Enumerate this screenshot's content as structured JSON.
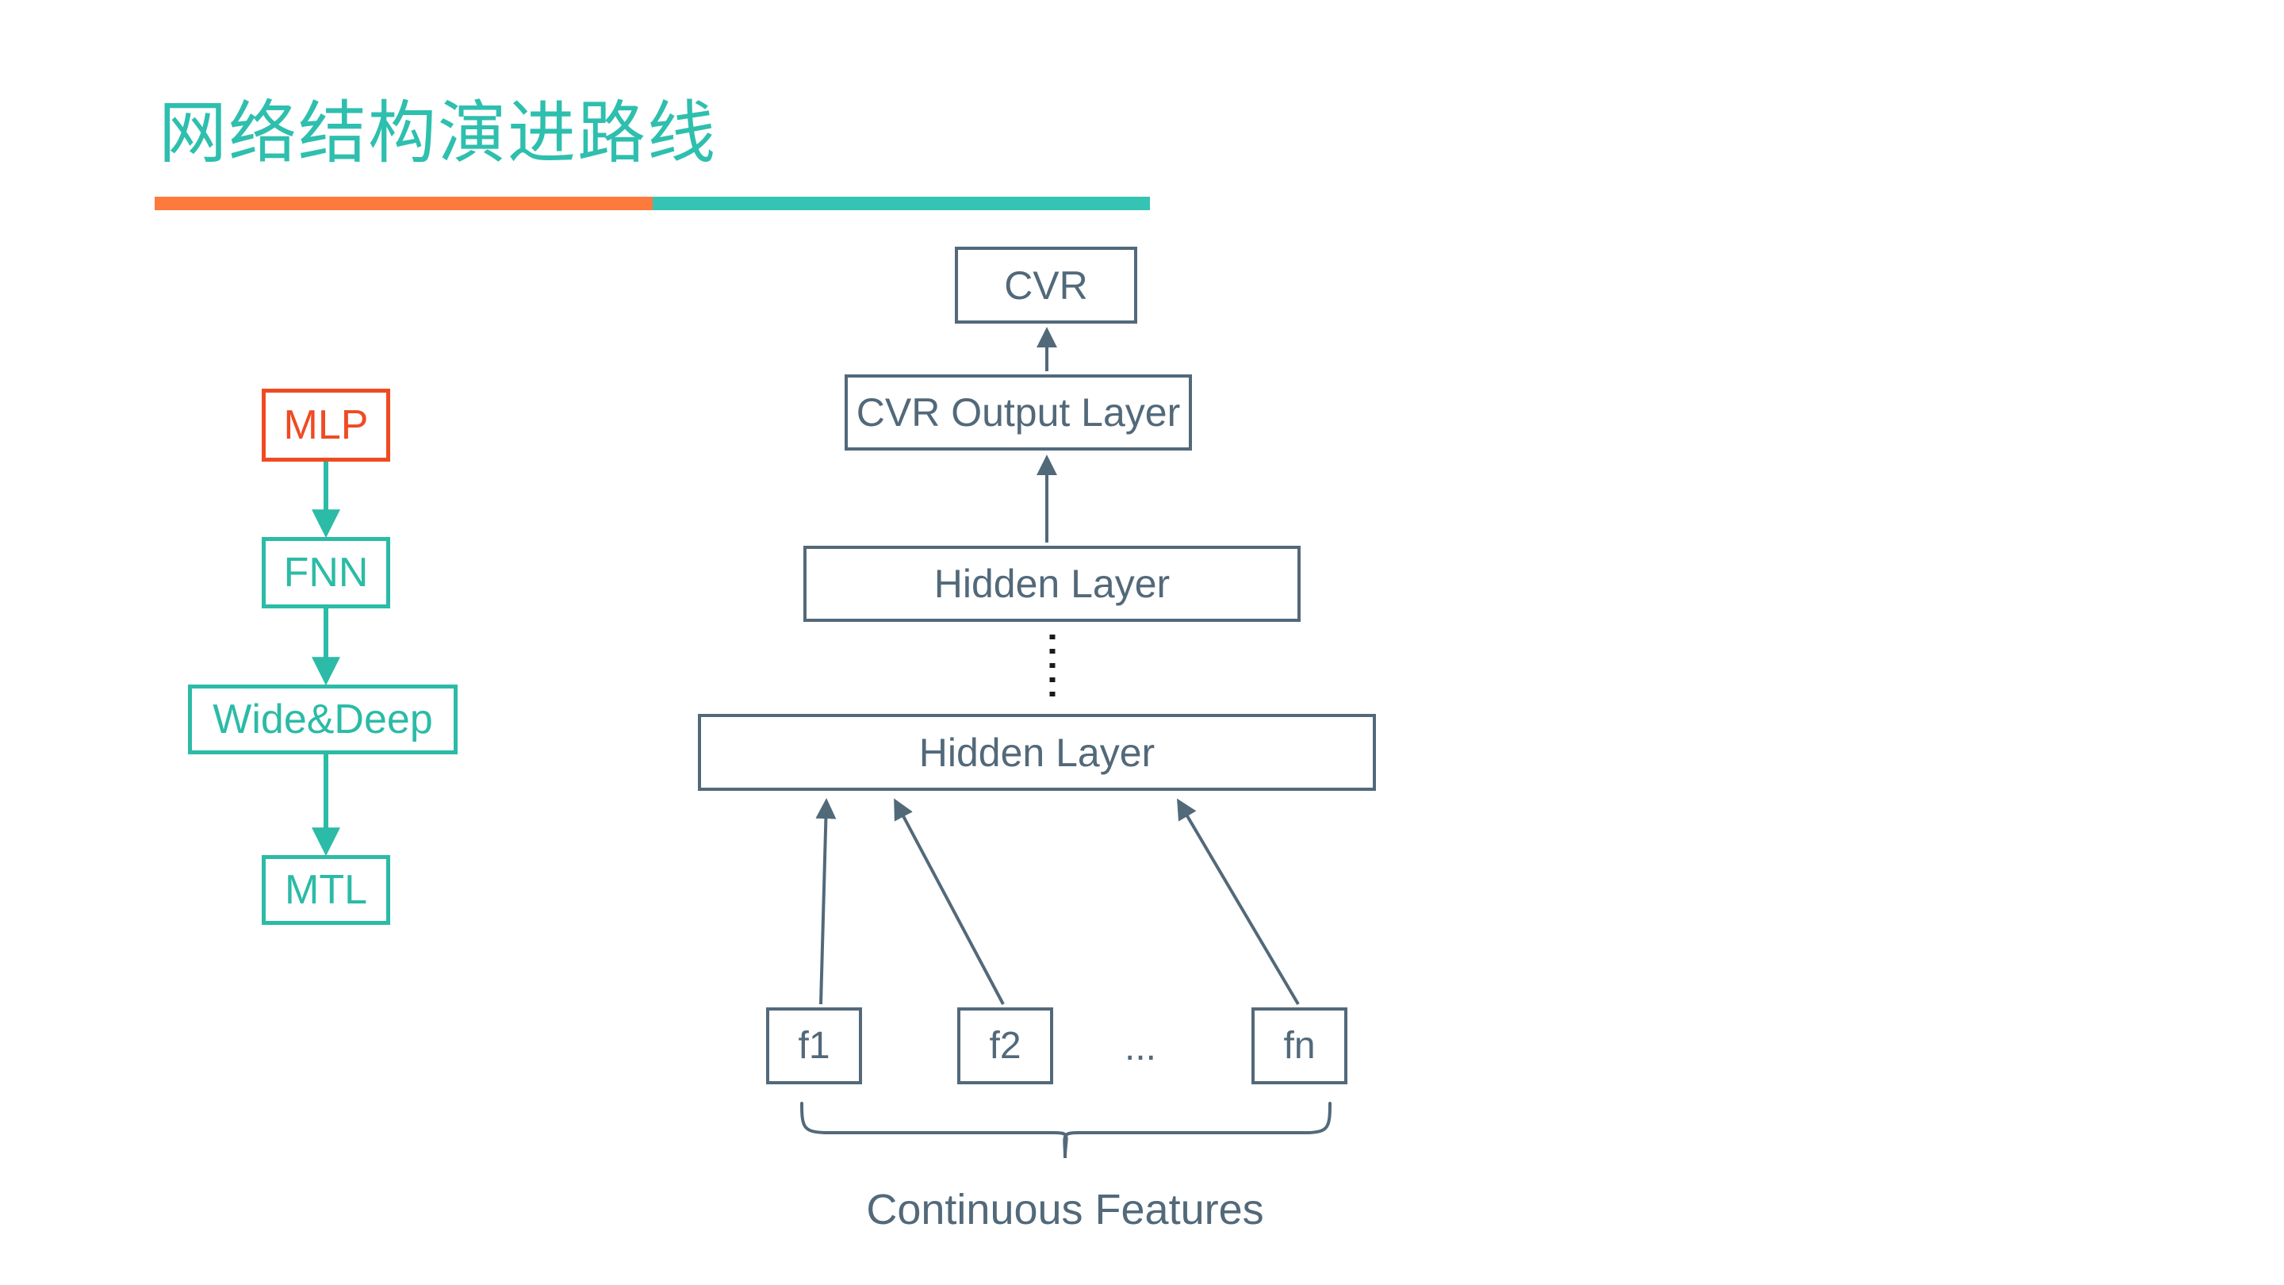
{
  "slide": {
    "title": "网络结构演进路线",
    "title_color": "#2EBFAE",
    "rule_left_color": "#FB7A3C",
    "rule_right_color": "#35C4B3"
  },
  "evolution_chain": {
    "accent_color": "#EF4B23",
    "teal_color": "#2BBBA6",
    "nodes": [
      {
        "label": "MLP",
        "highlight": true
      },
      {
        "label": "FNN",
        "highlight": false
      },
      {
        "label": "Wide&Deep",
        "highlight": false
      },
      {
        "label": "MTL",
        "highlight": false
      }
    ]
  },
  "network_diagram": {
    "line_color": "#52697A",
    "output_node": {
      "label": "CVR"
    },
    "output_layer": {
      "label": "CVR Output Layer"
    },
    "hidden_layer_top": {
      "label": "Hidden Layer"
    },
    "hidden_layer_bottom": {
      "label": "Hidden Layer"
    },
    "ellipsis_vertical": "⋮",
    "features": [
      {
        "label": "f1"
      },
      {
        "label": "f2"
      },
      {
        "label": "..."
      },
      {
        "label": "fn"
      }
    ],
    "brace_label": "Continuous Features"
  }
}
